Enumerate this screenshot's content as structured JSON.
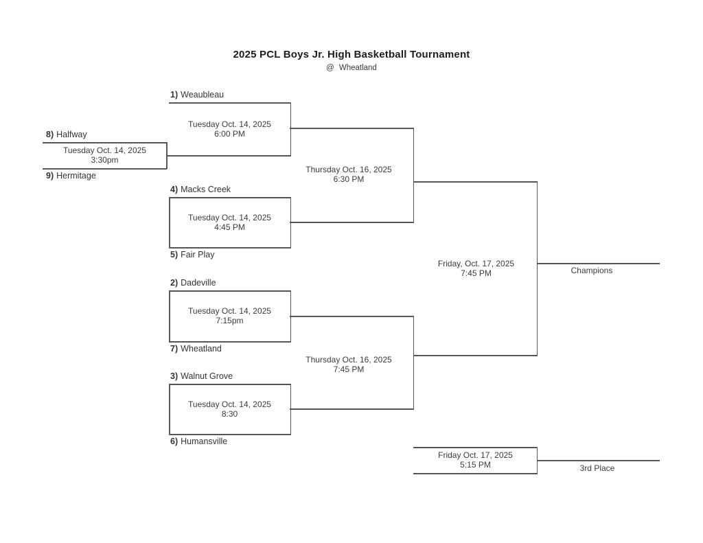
{
  "page": {
    "title": "2025 PCL Boys Jr. High Basketball Tournament",
    "subtitle_symbol": "@",
    "subtitle_location": "Wheatland"
  },
  "teams": {
    "weaubleau": {
      "seed": "1)",
      "name": "Weaubleau"
    },
    "halfway": {
      "seed": "8)",
      "name": "Halfway"
    },
    "hermitage": {
      "seed": "9)",
      "name": "Hermitage"
    },
    "macks_creek": {
      "seed": "4)",
      "name": "Macks Creek"
    },
    "fair_play": {
      "seed": "5)",
      "name": "Fair Play"
    },
    "dadeville": {
      "seed": "2)",
      "name": "Dadeville"
    },
    "wheatland": {
      "seed": "7)",
      "name": "Wheatland"
    },
    "walnut_grove": {
      "seed": "3)",
      "name": "Walnut Grove"
    },
    "humansville": {
      "seed": "6)",
      "name": "Humansville"
    }
  },
  "games": {
    "play_in": {
      "date": "Tuesday Oct. 14, 2025",
      "time": "3:30pm"
    },
    "qf1": {
      "date": "Tuesday Oct. 14, 2025",
      "time": "6:00 PM"
    },
    "qf2": {
      "date": "Tuesday Oct. 14, 2025",
      "time": "4:45 PM"
    },
    "qf3": {
      "date": "Tuesday Oct. 14, 2025",
      "time": "7:15pm"
    },
    "qf4": {
      "date": "Tuesday Oct. 14, 2025",
      "time": "8:30"
    },
    "semi1": {
      "date": "Thursday Oct. 16, 2025",
      "time": "6:30 PM"
    },
    "semi2": {
      "date": "Thursday Oct. 16, 2025",
      "time": "7:45 PM"
    },
    "final": {
      "date": "Friday, Oct. 17, 2025",
      "time": "7:45 PM"
    },
    "third": {
      "date": "Friday Oct. 17, 2025",
      "time": "5:15 PM"
    }
  },
  "labels": {
    "champions": "Champions",
    "third_place": "3rd Place"
  },
  "colors": {
    "background": "#ffffff",
    "line": "#565656",
    "text": "#3a3a3a",
    "title": "#1c1c1c"
  }
}
